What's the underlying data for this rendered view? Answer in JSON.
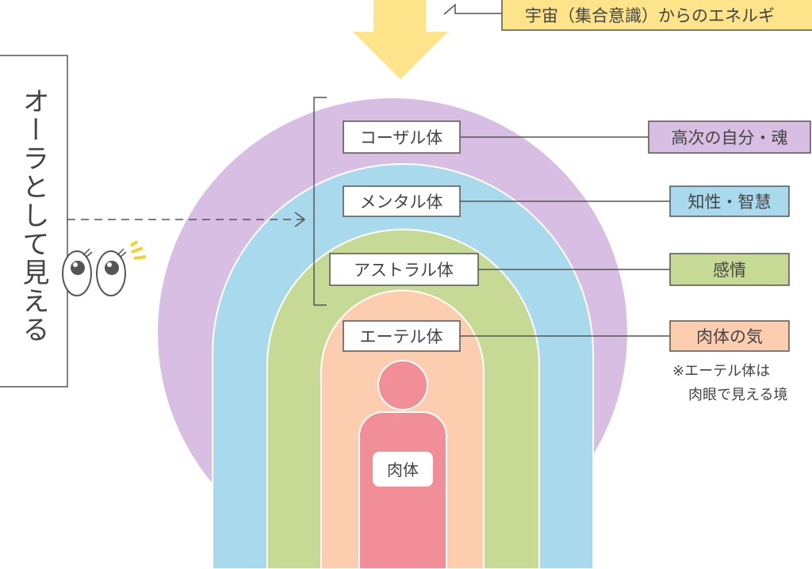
{
  "energy_label": "宇宙（集合意識）からのエネルギ",
  "side_label": "オーラとして見える",
  "layers": [
    {
      "name": "コーザル体",
      "meaning": "高次の自分・魂",
      "color": "#d9bee3"
    },
    {
      "name": "メンタル体",
      "meaning": "知性・智慧",
      "color": "#a9d9ec"
    },
    {
      "name": "アストラル体",
      "meaning": "感情",
      "color": "#c6da95"
    },
    {
      "name": "エーテル体",
      "meaning": "肉体の気",
      "color": "#fdcdb0"
    }
  ],
  "body_label": "肉体",
  "note_line1": "※エーテル体は",
  "note_line2": "肉眼で見える境",
  "colors": {
    "arrow": "#fde38a",
    "person": "#f28e97",
    "line": "#555555"
  }
}
